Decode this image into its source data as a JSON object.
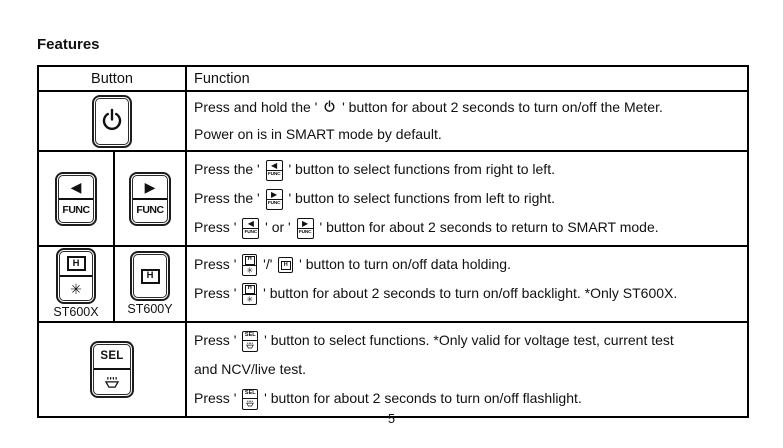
{
  "page": {
    "heading": "Features",
    "page_number": "5"
  },
  "table": {
    "header": {
      "button_col": "Button",
      "function_col": "Function"
    },
    "buttons": {
      "power": {
        "name": "power-button",
        "glyph": "power-symbol"
      },
      "func_left": {
        "name": "func-left-button",
        "glyph": "left-triangle",
        "label": "FUNC"
      },
      "func_right": {
        "name": "func-right-button",
        "glyph": "right-triangle",
        "label": "FUNC"
      },
      "hold_backlight": {
        "name": "hold-backlight-button",
        "glyph_top": "H",
        "glyph_bottom": "backlight-asterisk"
      },
      "hold": {
        "name": "hold-button",
        "glyph": "H"
      },
      "sel": {
        "name": "sel-button",
        "label": "SEL",
        "glyph": "flashlight"
      }
    },
    "rows": [
      {
        "buttons": [
          {
            "type": "power"
          }
        ],
        "lines": [
          [
            {
              "text": "Press and hold the ' "
            },
            {
              "icon": "power"
            },
            {
              "text": " ' button for about 2 seconds to turn on/off the Meter."
            }
          ],
          [
            {
              "text": "Power on is in SMART mode by default."
            }
          ]
        ]
      },
      {
        "buttons": [
          {
            "type": "func_left"
          },
          {
            "type": "func_right"
          }
        ],
        "lines": [
          [
            {
              "text": "Press the ' "
            },
            {
              "icon": "func_left"
            },
            {
              "text": " ' button to select functions from right to left."
            }
          ],
          [
            {
              "text": "Press the ' "
            },
            {
              "icon": "func_right"
            },
            {
              "text": " ' button to select functions from left to right."
            }
          ],
          [
            {
              "text": "Press ' "
            },
            {
              "icon": "func_left"
            },
            {
              "text": " ' or ' "
            },
            {
              "icon": "func_right"
            },
            {
              "text": " ' button for about 2 seconds to return to SMART mode."
            }
          ]
        ]
      },
      {
        "buttons": [
          {
            "type": "hold_backlight",
            "label": "ST600X"
          },
          {
            "type": "hold",
            "label": "ST600Y"
          }
        ],
        "lines": [
          [
            {
              "text": "Press ' "
            },
            {
              "icon": "hold_backlight"
            },
            {
              "text": " '/' "
            },
            {
              "icon": "hold"
            },
            {
              "text": " ' button to turn on/off data holding."
            }
          ],
          [
            {
              "text": "Press ' "
            },
            {
              "icon": "hold_backlight"
            },
            {
              "text": " ' button for about 2 seconds to turn on/off backlight. *Only ST600X."
            }
          ]
        ]
      },
      {
        "buttons": [
          {
            "type": "sel"
          }
        ],
        "lines": [
          [
            {
              "text": "Press ' "
            },
            {
              "icon": "sel"
            },
            {
              "text": " ' button to select functions. *Only valid for voltage test, current test"
            }
          ],
          [
            {
              "text": "and NCV/live test."
            }
          ],
          [
            {
              "text": "Press ' "
            },
            {
              "icon": "sel"
            },
            {
              "text": " ' button for about 2 seconds to turn on/off flashlight."
            }
          ]
        ]
      }
    ]
  }
}
